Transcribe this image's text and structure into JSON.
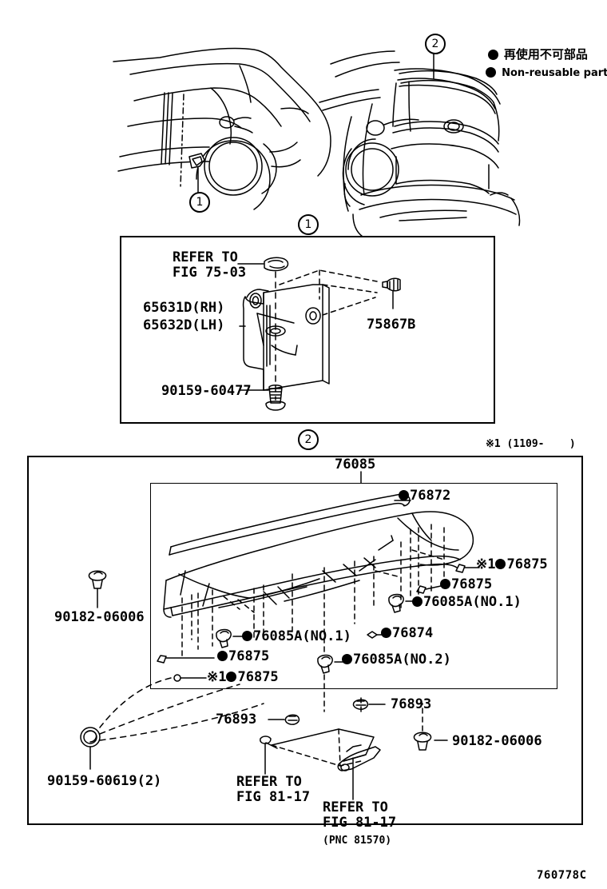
{
  "figure": {
    "code": "760778C",
    "legend": [
      {
        "jp": "再使用不可部品",
        "en": "Non-reusable part"
      }
    ],
    "note_mark": "※1 (1109-    )"
  },
  "callouts": {
    "one": "1",
    "two": "2"
  },
  "vehicle_views": [
    {
      "name": "rear-quarter-side-view",
      "callout": "1"
    },
    {
      "name": "rear-three-quarter-view",
      "callout": "2"
    }
  ],
  "detail_1": {
    "title_callout": "1",
    "labels": [
      {
        "id": "refer-75-03",
        "text": "REFER TO\nFIG 75-03",
        "dot": false
      },
      {
        "id": "bracket-rh",
        "text": "65631D(RH)",
        "dot": false
      },
      {
        "id": "bracket-lh",
        "text": "65632D(LH)",
        "dot": false
      },
      {
        "id": "nut-75867b",
        "text": "75867B",
        "dot": false
      },
      {
        "id": "screw-90159-60477",
        "text": "90159-60477",
        "dot": false
      }
    ]
  },
  "detail_2": {
    "title_callout": "2",
    "labels": [
      {
        "id": "spoiler-76085",
        "text": "76085",
        "dot": false
      },
      {
        "id": "clip-76872",
        "text": "76872",
        "dot": true
      },
      {
        "id": "clip-76875-a",
        "text": "76875",
        "dot": true,
        "prefix": "※1"
      },
      {
        "id": "clip-76875-b",
        "text": "76875",
        "dot": true
      },
      {
        "id": "pad-76085a-no1-right",
        "text": "76085A",
        "suffix": "(NO.1)",
        "dot": true
      },
      {
        "id": "clip-76874",
        "text": "76874",
        "dot": true
      },
      {
        "id": "pad-76085a-no2",
        "text": "76085A",
        "suffix": "(NO.2)",
        "dot": true
      },
      {
        "id": "pad-76085a-no1-left",
        "text": "76085A",
        "suffix": "(NO.1)",
        "dot": true
      },
      {
        "id": "clip-76875-c",
        "text": "76875",
        "dot": true
      },
      {
        "id": "clip-76875-d",
        "text": "76875",
        "dot": true,
        "prefix": "※1"
      },
      {
        "id": "nut-90182-06006-left",
        "text": "90182-06006",
        "dot": false
      },
      {
        "id": "nut-90182-06006-right",
        "text": "90182-06006",
        "dot": false
      },
      {
        "id": "bolt-90159-60619",
        "text": "90159-60619(2)",
        "dot": false
      },
      {
        "id": "clip-76893-left",
        "text": "76893",
        "dot": false
      },
      {
        "id": "clip-76893-right",
        "text": "76893",
        "dot": false
      },
      {
        "id": "refer-81-17-a",
        "text": "REFER TO\nFIG 81-17",
        "dot": false
      },
      {
        "id": "refer-81-17-b",
        "text": "REFER TO\nFIG 81-17",
        "dot": false
      },
      {
        "id": "refer-81-17-b-pnc",
        "text": "(PNC 81570)",
        "dot": false
      }
    ]
  }
}
